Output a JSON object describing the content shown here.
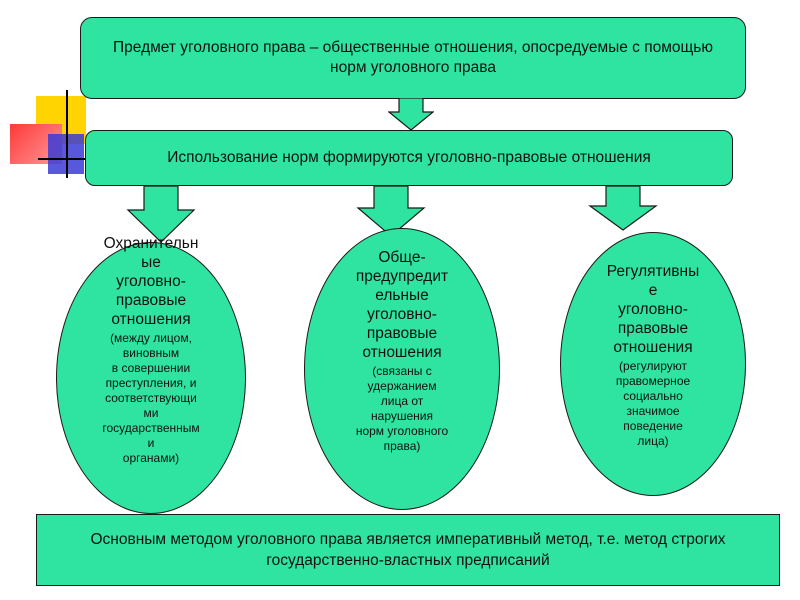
{
  "colors": {
    "fill": "#2fe3a0",
    "stroke": "#1a1a1a",
    "deco_yellow": "#ffd400",
    "deco_red": "#ff3838",
    "deco_blue": "#3b3bd6"
  },
  "top_box": {
    "text": "Предмет уголовного права – общественные отношения, опосредуемые с помощью норм уголовного права"
  },
  "middle_box": {
    "text": "Использование норм формируются уголовно-правовые отношения"
  },
  "ellipses": [
    {
      "title": "Охранительн\nые\nуголовно-\nправовые\nотношения",
      "desc": "(между лицом,\nвиновным\nв совершении\nпреступления, и\nсоответствующи\nми\nгосударственным\nи\nорганами)"
    },
    {
      "title": "Обще-\nпредупредит\nельные\nуголовно-\nправовые\nотношения",
      "desc": "(связаны с\nудержанием\nлица от\nнарушения\nнорм уголовного\nправа)"
    },
    {
      "title": "Регулятивны\nе\nуголовно-\nправовые\nотношения",
      "desc": "(регулируют\nправомерное\nсоциально\nзначимое\nповедение\nлица)"
    }
  ],
  "bottom_box": {
    "text": "Основным методом уголовного права является императивный метод, т.е. метод строгих государственно-властных предписаний"
  }
}
